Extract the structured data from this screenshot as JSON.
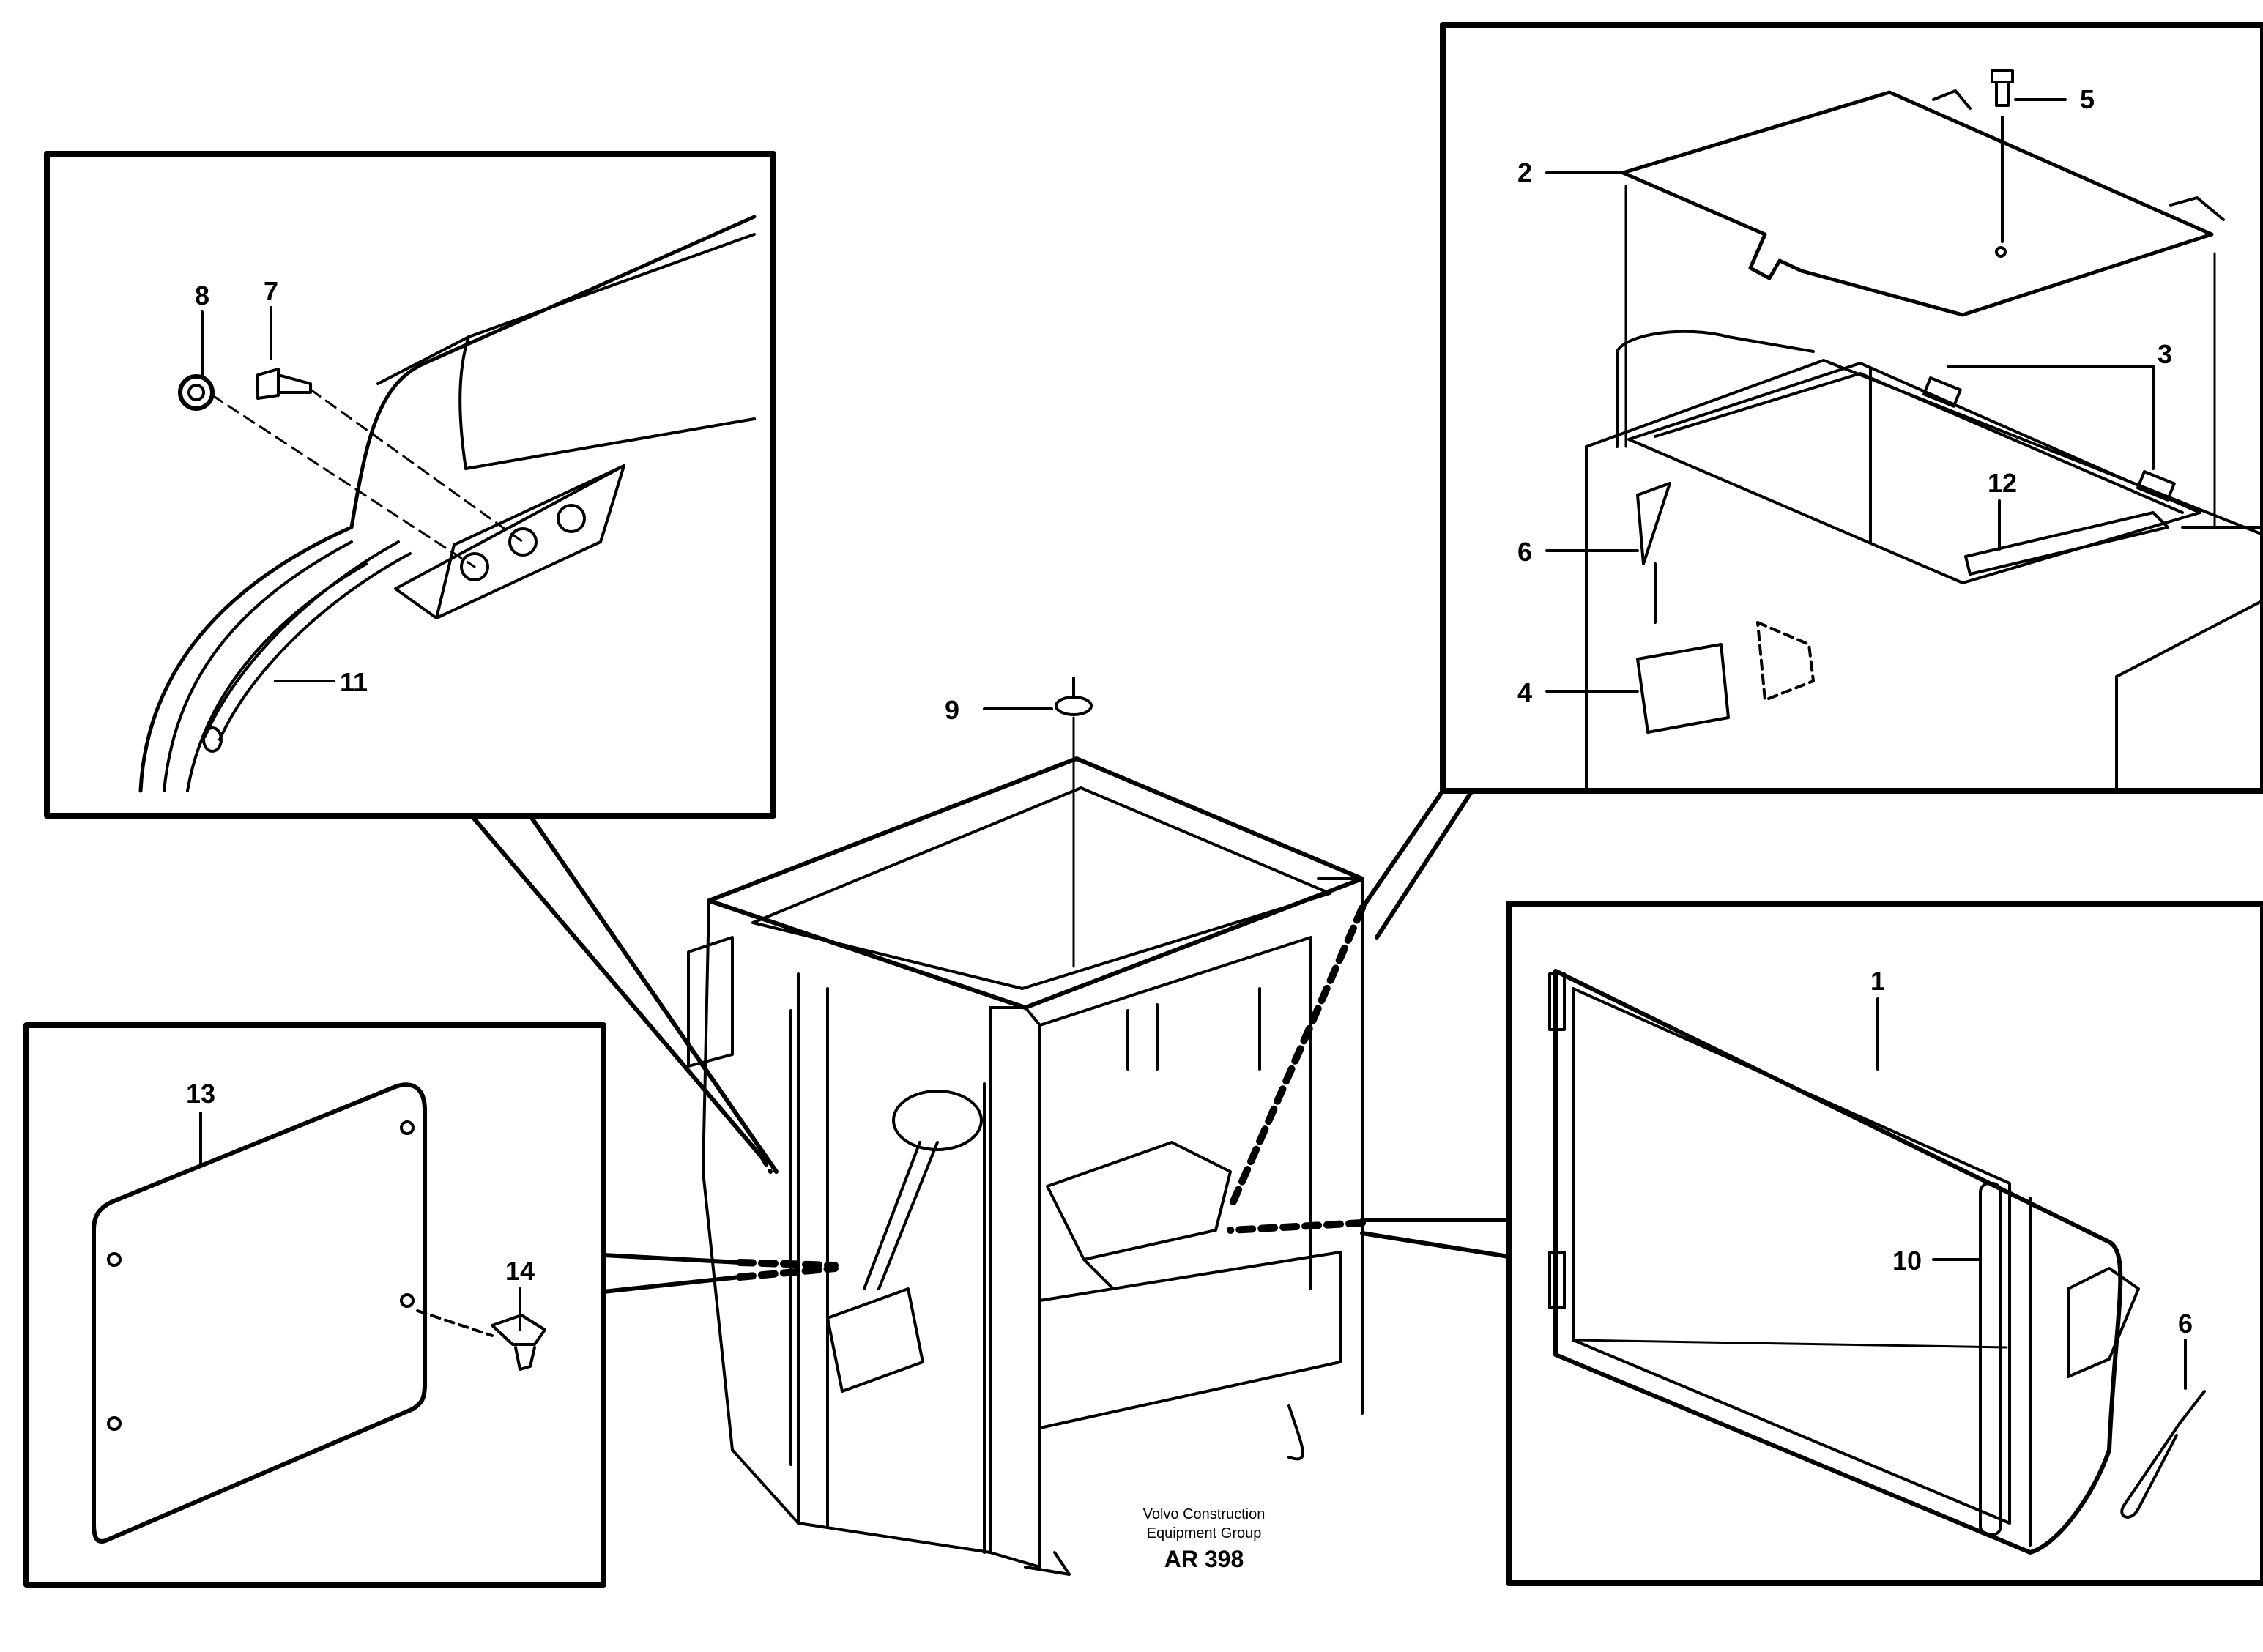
{
  "diagram": {
    "callouts": {
      "c1": "1",
      "c2": "2",
      "c3": "3",
      "c4": "4",
      "c5": "5",
      "c6a": "6",
      "c6b": "6",
      "c7": "7",
      "c8": "8",
      "c9": "9",
      "c10": "10",
      "c11": "11",
      "c12": "12",
      "c13": "13",
      "c14": "14"
    },
    "caption": {
      "line1": "Volvo Construction",
      "line2": "Equipment Group",
      "code": "AR 398"
    }
  },
  "colors": {
    "ink": "#000000",
    "paper": "#ffffff"
  }
}
